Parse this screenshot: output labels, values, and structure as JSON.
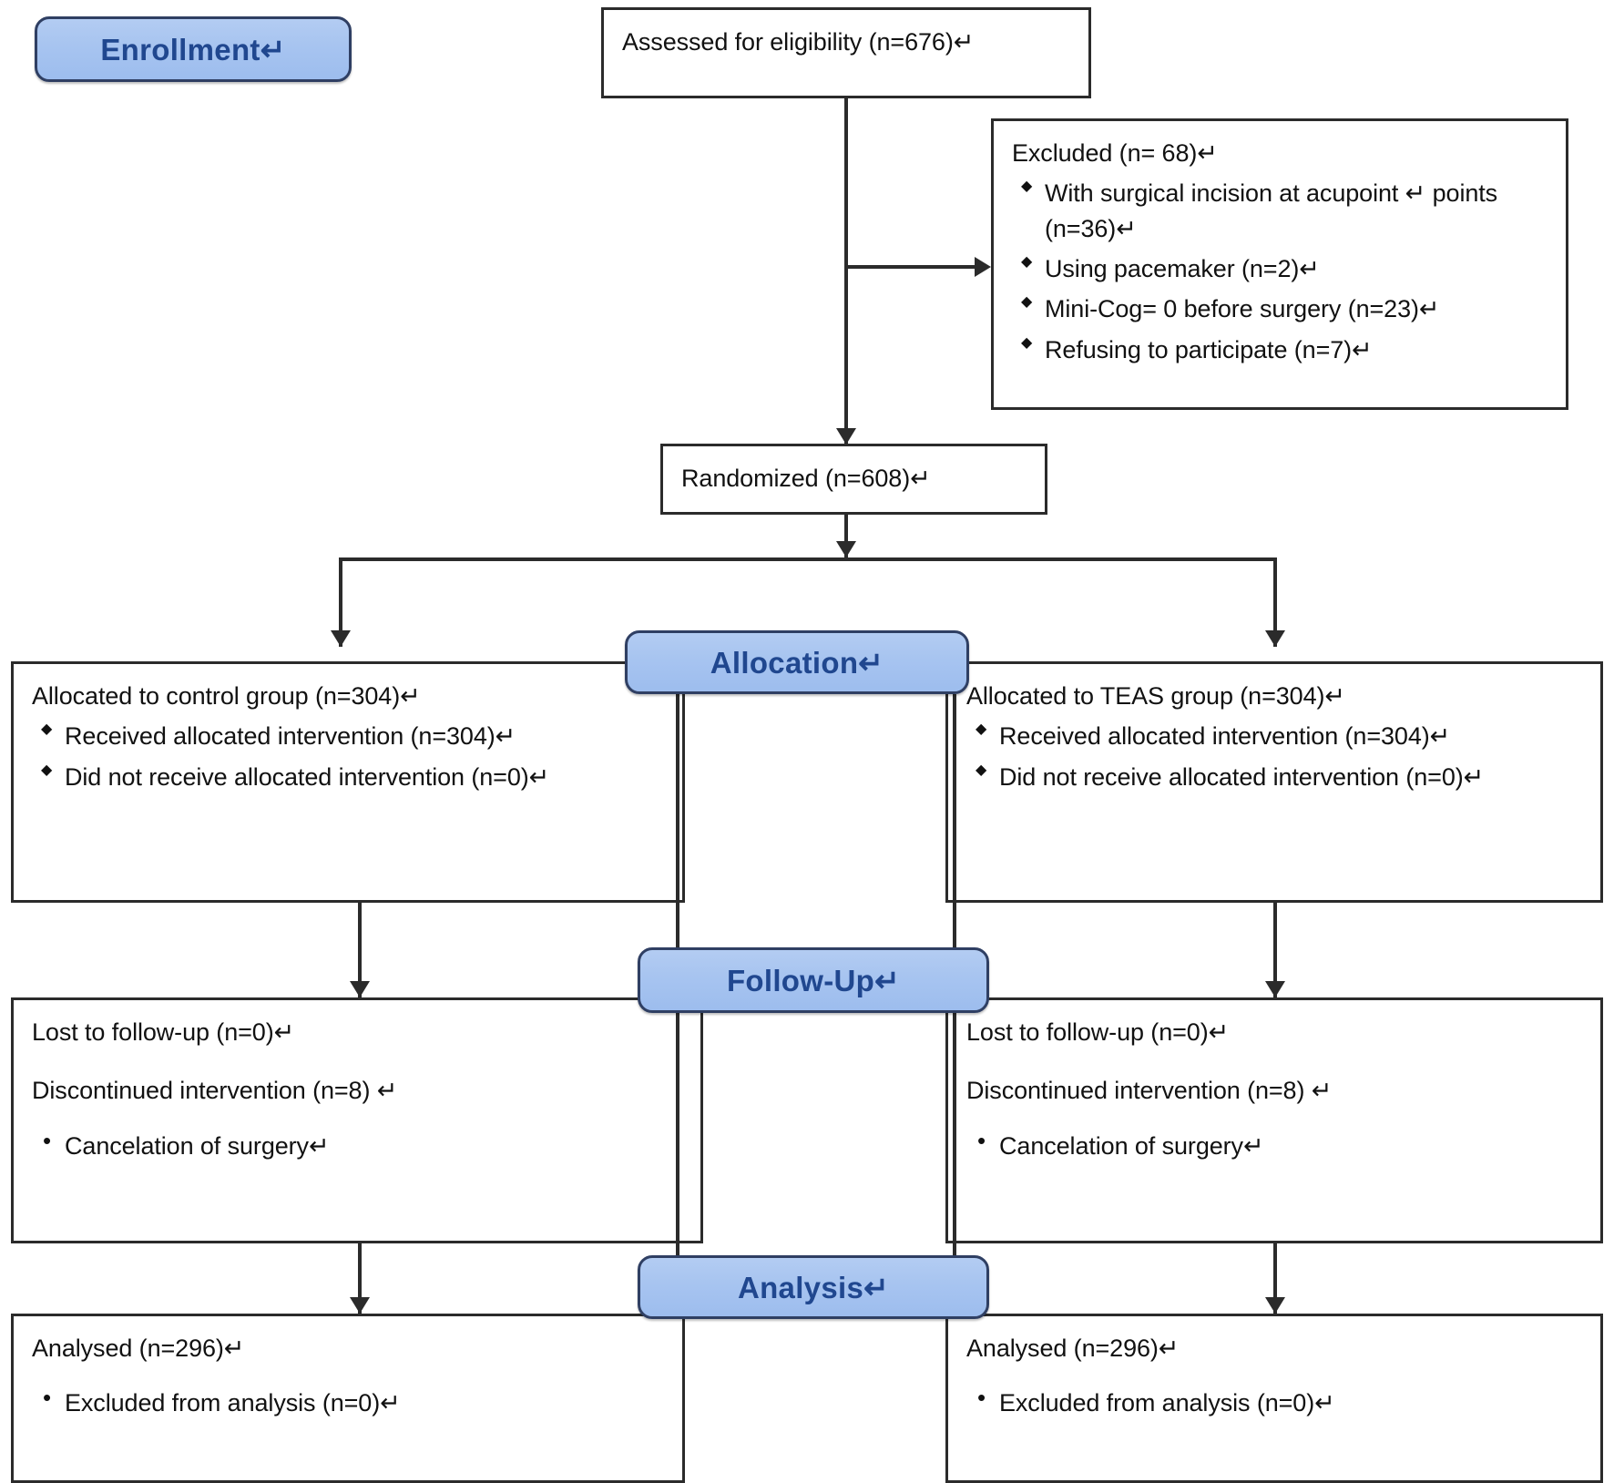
{
  "diagram": {
    "title": "CONSORT participant flow diagram",
    "type": "flowchart",
    "accent_color": "#a7c4f0",
    "accent_border_color": "#2f3f63",
    "accent_text_color": "#20478f",
    "line_color": "#2b2b2b",
    "return_glyph": "↵"
  },
  "stages": {
    "enrollment": "Enrollment↵",
    "allocation": "Allocation↵",
    "followup": "Follow-Up↵",
    "analysis": "Analysis↵"
  },
  "nodes": {
    "assessed": {
      "text": "Assessed for eligibility (n=676)↵",
      "n": 676
    },
    "excluded": {
      "header": "Excluded (n= 68)↵",
      "n": 68,
      "reasons": [
        {
          "text": "With surgical incision at acupoint ↵ points (n=36)↵",
          "n": 36
        },
        {
          "text": "Using pacemaker (n=2)↵",
          "n": 2
        },
        {
          "text": "Mini-Cog= 0 before surgery (n=23)↵",
          "n": 23
        },
        {
          "text": "Refusing to participate (n=7)↵",
          "n": 7
        }
      ]
    },
    "randomized": {
      "text": "Randomized (n=608)↵",
      "n": 608
    },
    "alloc_control": {
      "header": "Allocated to control group (n=304)↵",
      "n": 304,
      "items": [
        "Received allocated intervention (n=304)↵",
        "Did not receive allocated intervention (n=0)↵"
      ]
    },
    "alloc_teas": {
      "header": "Allocated to TEAS group (n=304)↵",
      "n": 304,
      "items": [
        "Received allocated intervention (n=304)↵",
        "Did not receive allocated intervention (n=0)↵"
      ]
    },
    "followup_control": {
      "line1": "Lost to follow-up (n=0)↵",
      "line2": "Discontinued intervention (n=8) ↵",
      "items": [
        "Cancelation of surgery↵"
      ]
    },
    "followup_teas": {
      "line1": "Lost to follow-up (n=0)↵",
      "line2": "Discontinued intervention (n=8) ↵",
      "items": [
        "Cancelation of surgery↵"
      ]
    },
    "analysis_control": {
      "header": "Analysed (n=296)↵",
      "n": 296,
      "items": [
        "Excluded from analysis (n=0)↵"
      ]
    },
    "analysis_teas": {
      "header": "Analysed (n=296)↵",
      "n": 296,
      "items": [
        "Excluded from analysis (n=0)↵"
      ]
    }
  }
}
